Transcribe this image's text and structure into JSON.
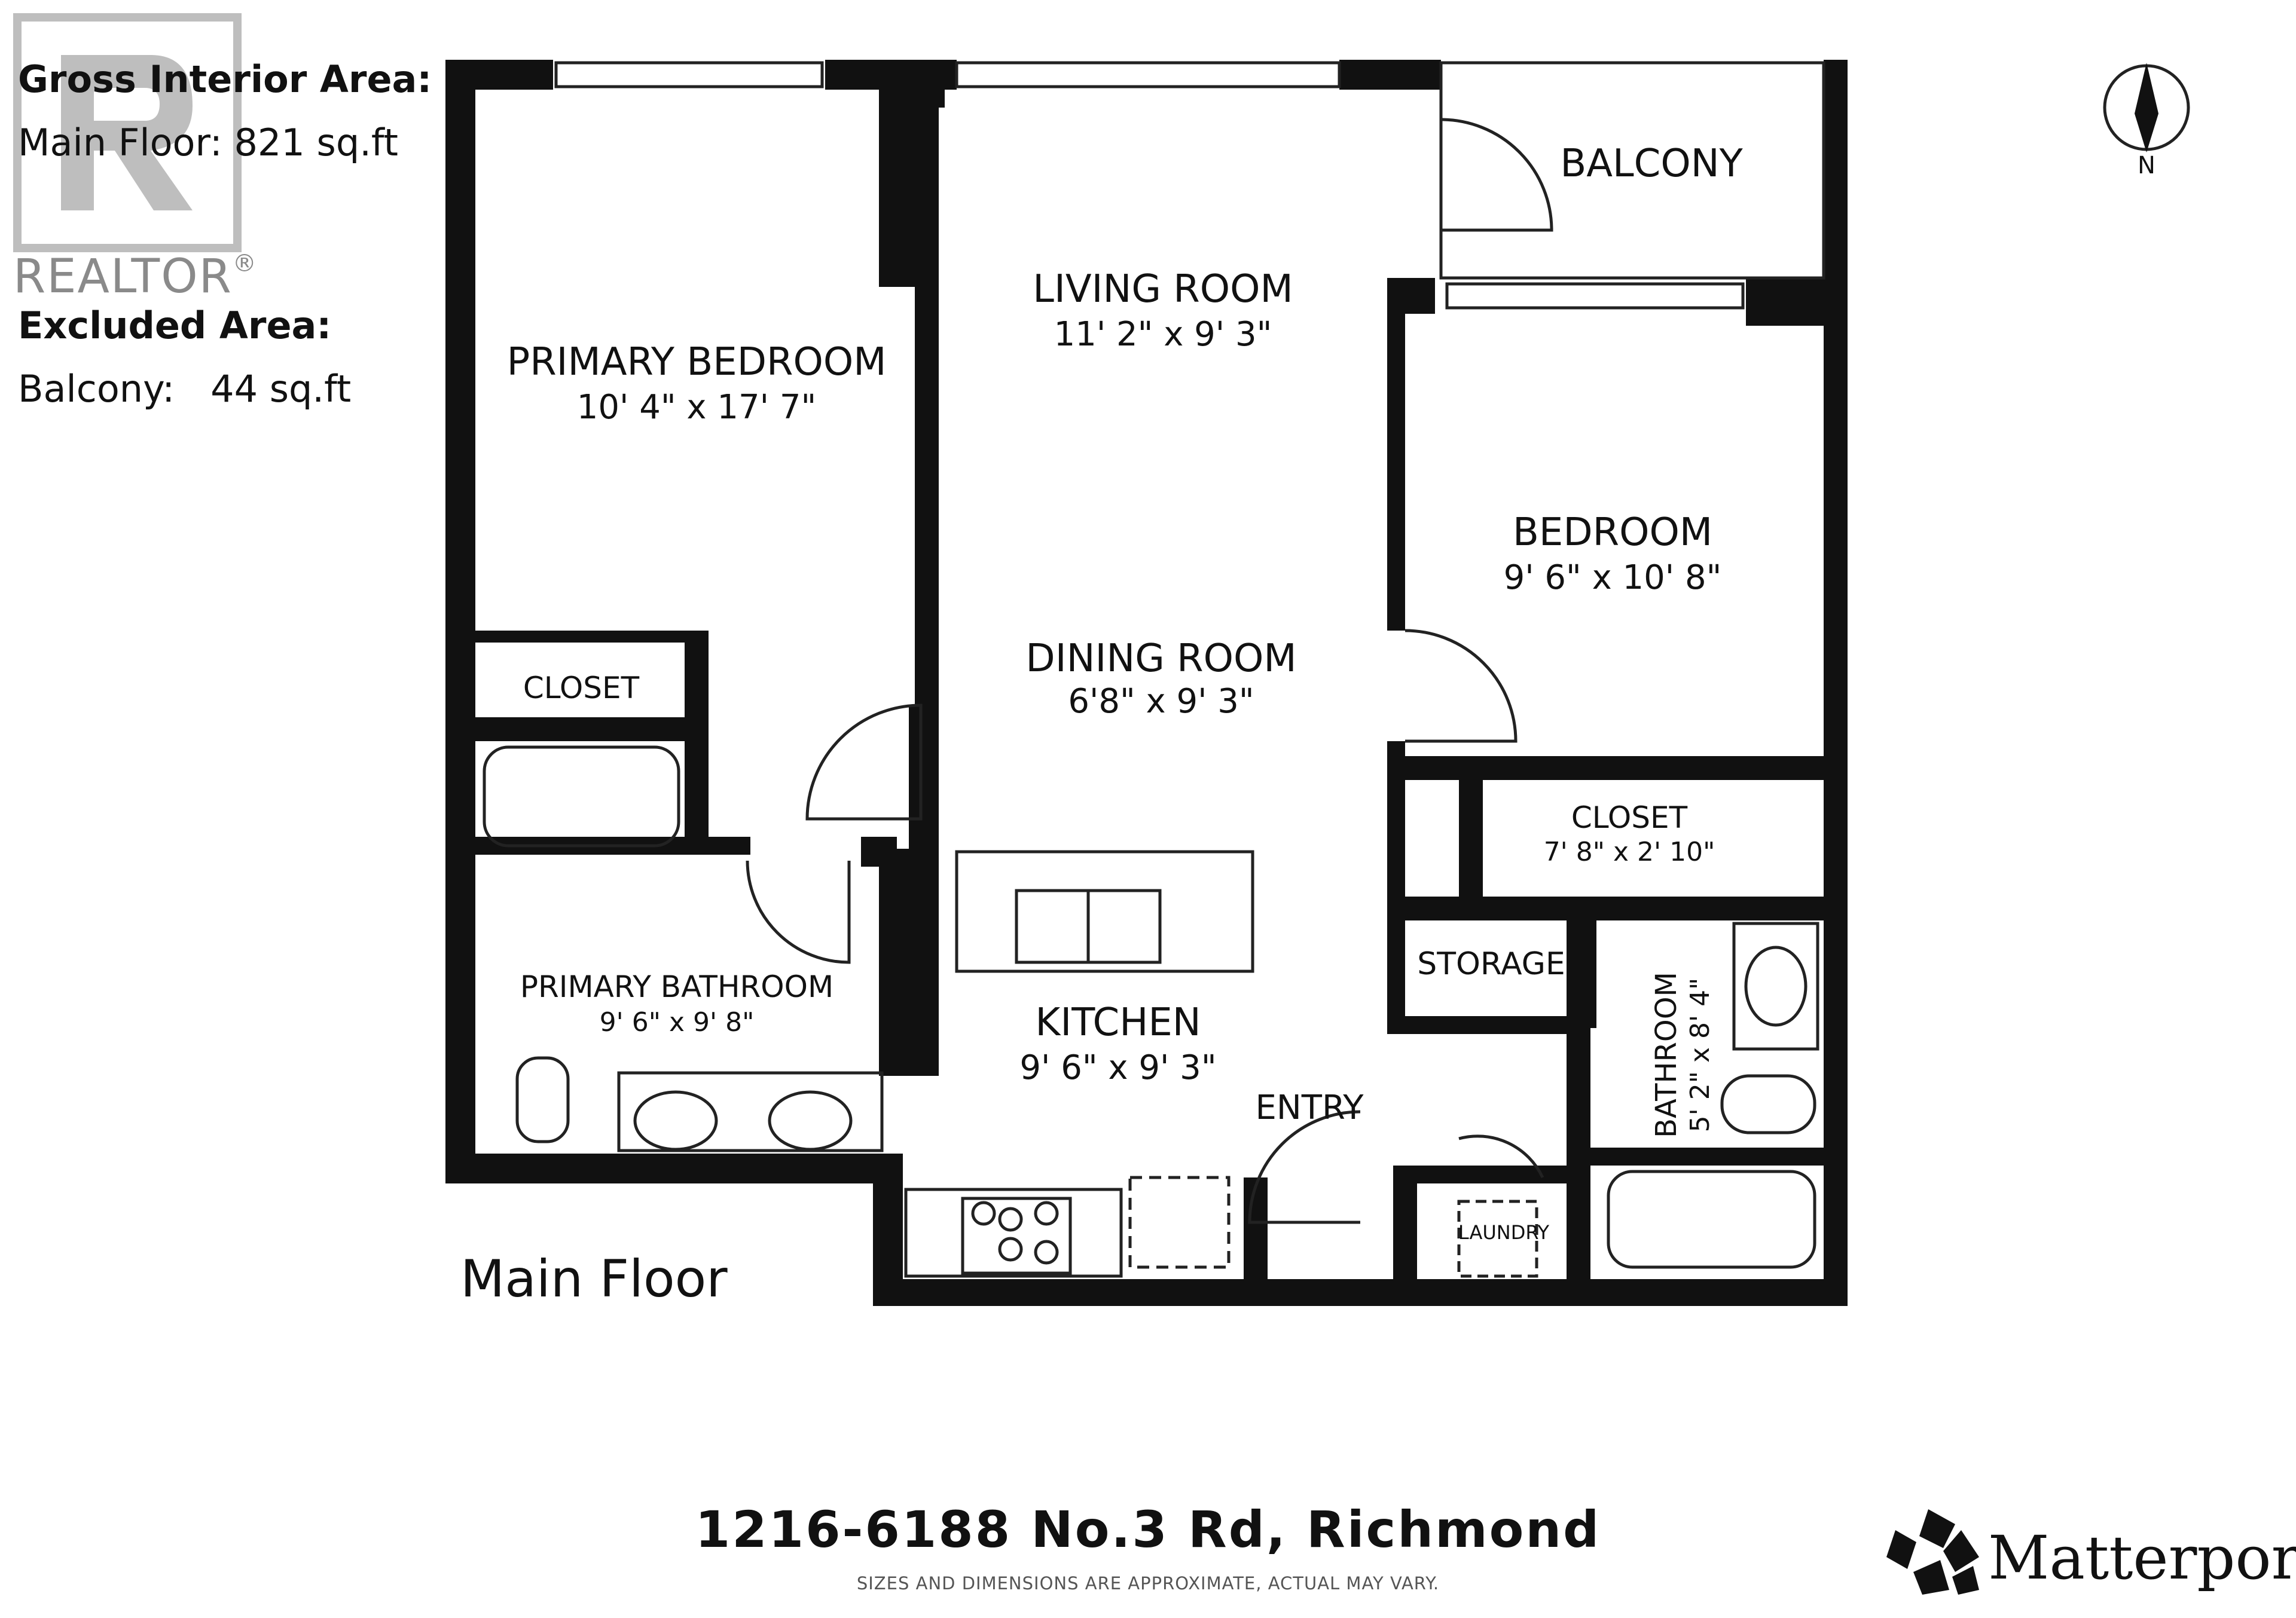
{
  "area_info": {
    "gross_title": "Gross Interior Area:",
    "main_floor_label": "Main Floor:",
    "main_floor_value": "821 sq.ft",
    "excluded_title": "Excluded Area:",
    "balcony_label": "Balcony:",
    "balcony_value": "44 sq.ft"
  },
  "logo": {
    "realtor": "REALTOR",
    "registered": "®"
  },
  "compass": {
    "label": "N"
  },
  "rooms": {
    "balcony": {
      "name": "BALCONY"
    },
    "living": {
      "name": "LIVING ROOM",
      "dims": "11' 2\" x 9' 3\""
    },
    "primary_bedroom": {
      "name": "PRIMARY BEDROOM",
      "dims": "10' 4\" x 17' 7\""
    },
    "bedroom": {
      "name": "BEDROOM",
      "dims": "9' 6\" x 10' 8\""
    },
    "dining": {
      "name": "DINING ROOM",
      "dims": "6'8\" x 9' 3\""
    },
    "closet_small": {
      "name": "CLOSET"
    },
    "closet_bedroom": {
      "name": "CLOSET",
      "dims": "7' 8\" x 2' 10\""
    },
    "storage": {
      "name": "STORAGE"
    },
    "primary_bathroom": {
      "name": "PRIMARY BATHROOM",
      "dims": "9' 6\" x 9' 8\""
    },
    "kitchen": {
      "name": "KITCHEN",
      "dims": "9' 6\" x 9' 3\""
    },
    "entry": {
      "name": "ENTRY"
    },
    "bathroom": {
      "name": "BATHROOM",
      "dims": "5' 2\" x 8' 4\""
    },
    "laundry": {
      "name": "LAUNDRY"
    }
  },
  "floor_label": "Main Floor",
  "address": "1216-6188 No.3 Rd, Richmond",
  "disclaimer": "SIZES AND DIMENSIONS ARE APPROXIMATE, ACTUAL MAY VARY.",
  "brand": {
    "name": "Matterport",
    "registered": "®"
  },
  "colors": {
    "wall": "#111111",
    "line": "#222222",
    "logo_gray": "#8a8a8a"
  }
}
